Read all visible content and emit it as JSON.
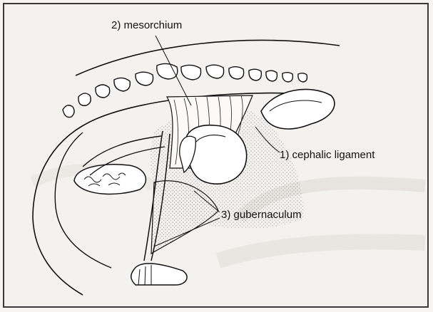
{
  "labels": {
    "mesorchium": "2) mesorchium",
    "cephalic": "1) cephalic ligament",
    "gubernaculum": "3) gubernaculum"
  }
}
